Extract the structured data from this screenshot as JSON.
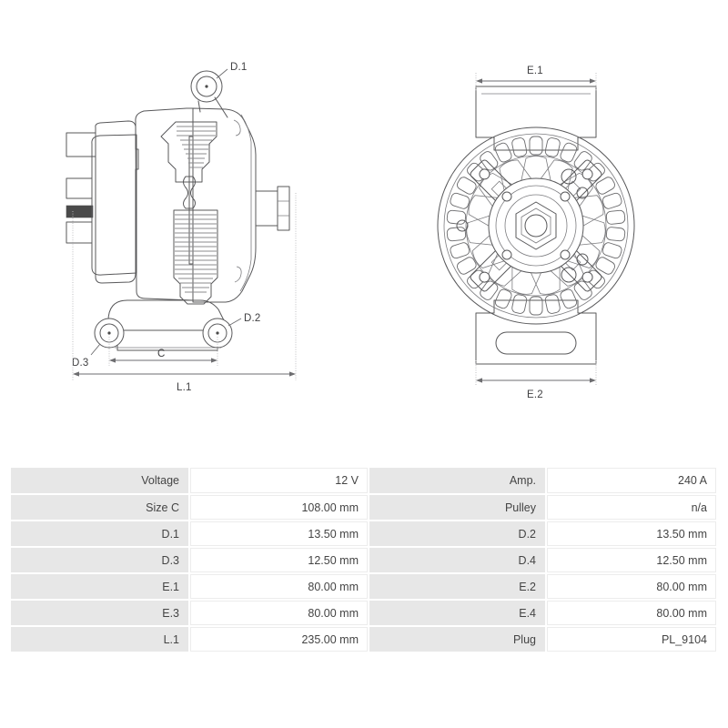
{
  "diagrams": {
    "side_view": {
      "name": "alternator-side-view",
      "labels": {
        "d1": "D.1",
        "d2": "D.2",
        "d3": "D.3",
        "c": "C",
        "l1": "L.1"
      }
    },
    "front_view": {
      "name": "alternator-front-view",
      "labels": {
        "e1": "E.1",
        "e2": "E.2"
      }
    }
  },
  "spec_table": {
    "rows": [
      {
        "label_a": "Voltage",
        "value_a": "12 V",
        "label_b": "Amp.",
        "value_b": "240 A"
      },
      {
        "label_a": "Size C",
        "value_a": "108.00 mm",
        "label_b": "Pulley",
        "value_b": "n/a"
      },
      {
        "label_a": "D.1",
        "value_a": "13.50 mm",
        "label_b": "D.2",
        "value_b": "13.50 mm"
      },
      {
        "label_a": "D.3",
        "value_a": "12.50 mm",
        "label_b": "D.4",
        "value_b": "12.50 mm"
      },
      {
        "label_a": "E.1",
        "value_a": "80.00 mm",
        "label_b": "E.2",
        "value_b": "80.00 mm"
      },
      {
        "label_a": "E.3",
        "value_a": "80.00 mm",
        "label_b": "E.4",
        "value_b": "80.00 mm"
      },
      {
        "label_a": "L.1",
        "value_a": "235.00 mm",
        "label_b": "Plug",
        "value_b": "PL_9104"
      }
    ]
  },
  "colors": {
    "line": "#58585a",
    "label_cell_bg": "#e7e7e7",
    "value_cell_bg": "#ffffff",
    "text": "#444444"
  }
}
